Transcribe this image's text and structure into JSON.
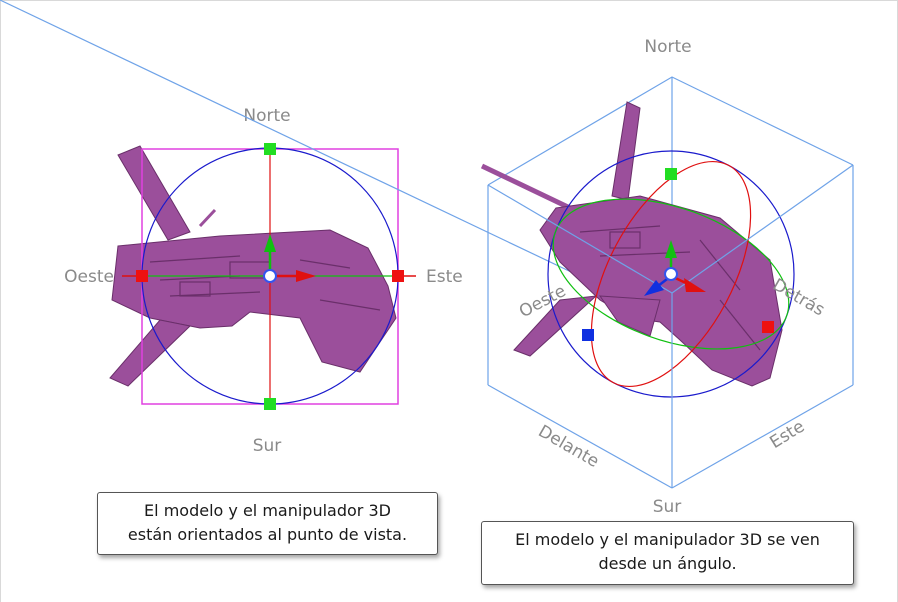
{
  "left_view": {
    "labels": {
      "north": "Norte",
      "south": "Sur",
      "west": "Oeste",
      "east": "Este"
    },
    "caption": [
      "El modelo y el manipulador 3D",
      "están orientados al punto de vista."
    ]
  },
  "right_view": {
    "labels": {
      "north": "Norte",
      "south": "Sur",
      "west": "Oeste",
      "east": "Este",
      "back": "Detrás",
      "front": "Delante"
    },
    "caption": [
      "El modelo y el manipulador 3D se ven",
      "desde un ángulo."
    ]
  },
  "colors": {
    "model": "#9b4f9b",
    "bbox_left": "#e040e0",
    "bbox_right": "#6fa3e8",
    "ring_blue": "#1a1acc",
    "axis_red": "#e01010",
    "axis_green": "#10c010",
    "axis_blue": "#1030e0"
  }
}
